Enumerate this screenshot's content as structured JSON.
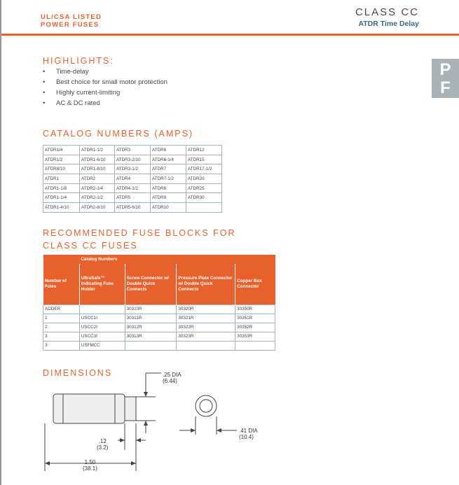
{
  "header": {
    "left_line1": "UL/CSA LISTED",
    "left_line2": "POWER FUSES",
    "right_line1": "CLASS CC",
    "right_line2": "ATDR Time Delay"
  },
  "side_tab": {
    "line1": "P",
    "line2": "F"
  },
  "highlights": {
    "title": "HIGHLIGHTS:",
    "items": [
      {
        "bullet": "•",
        "text": "Time-delay"
      },
      {
        "bullet": "•",
        "text": "Best choice for small motor protection"
      },
      {
        "bullet": "•",
        "text": "Highly current-limiting"
      },
      {
        "bullet": "•",
        "text": "AC & DC rated"
      }
    ]
  },
  "catalog": {
    "title": "CATALOG NUMBERS (AMPS)",
    "rows": [
      [
        "ATDR1/4",
        "ATDR1-1/2",
        "ATDR3",
        "ATDR6",
        "ATDR12"
      ],
      [
        "ATDR1/2",
        "ATDR1-6/10",
        "ATDR3-2/10",
        "ATDR6-1/4",
        "ATDR15"
      ],
      [
        "ATDR8/10",
        "ATDR1-8/10",
        "ATDR3-1/2",
        "ATDR7",
        "ATDR17-1/2"
      ],
      [
        "ATDR1",
        "ATDR2",
        "ATDR4",
        "ATDR7-1/2",
        "ATDR20"
      ],
      [
        "ATDR1-1/8",
        "ATDR2-1/4",
        "ATDR4-1/2",
        "ATDR8",
        "ATDR25"
      ],
      [
        "ATDR1-1/4",
        "ATDR2-1/2",
        "ATDR5",
        "ATDR9",
        "ATDR30"
      ],
      [
        "ATDR1-4/10",
        "ATDR2-8/10",
        "ATDR5-6/10",
        "ATDR10",
        ""
      ]
    ]
  },
  "fuse_blocks": {
    "title_line1": "RECOMMENDED FUSE BLOCKS FOR",
    "title_line2": "CLASS CC FUSES",
    "group_header": "Catalog Numbers",
    "columns": [
      "Number of Poles",
      "UltraSafe™ Indicating Fuse Holder",
      "Screw Connector w/ Double Quick Connects",
      "Pressure Plate Connector w/ Double Quick Connects",
      "Copper Box Connector"
    ],
    "rows": [
      [
        "ADDER",
        "",
        "30310R",
        "30320R",
        "30350R"
      ],
      [
        "1",
        "USCC1I",
        "30311R",
        "30321R",
        "30351R"
      ],
      [
        "2",
        "USCC2I",
        "30312R",
        "30322R",
        "30352R"
      ],
      [
        "3",
        "USCC3I",
        "30313R",
        "30323R",
        "30353R"
      ],
      [
        "3",
        "USFMCC",
        "",
        "",
        ""
      ]
    ]
  },
  "dimensions": {
    "title": "DIMENSIONS",
    "dia_small_in": ".25 DIA",
    "dia_small_mm": "(6.44)",
    "dia_large_in": ".41 DIA",
    "dia_large_mm": "(10.4)",
    "cap_len_in": ".12",
    "cap_len_mm": "(3.2)",
    "overall_in": "1.50",
    "overall_mm": "(38.1)"
  },
  "colors": {
    "accent": "#e8612c",
    "blue_text": "#3f6a85",
    "table_border": "#9fb3c0",
    "tab_gray": "#a9b2b7"
  }
}
